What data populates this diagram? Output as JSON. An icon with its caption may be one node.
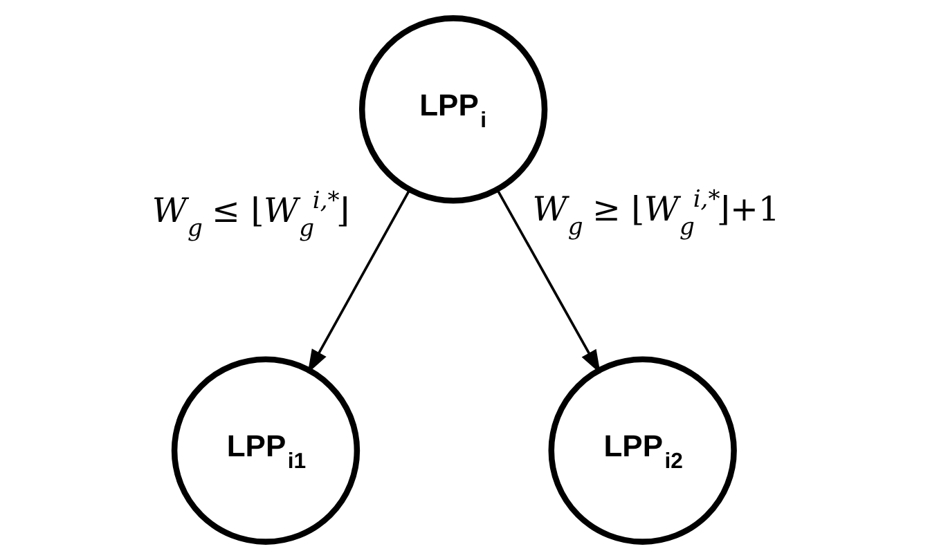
{
  "diagram": {
    "nodes": [
      {
        "text": [
          "LPP$_{i}$"
        ]
      },
      {
        "text": [
          "LPP$_{i1}$"
        ]
      },
      {
        "text": [
          "LPP$_{i2}$"
        ]
      }
    ],
    "edges": [
      {
        "from": 0,
        "to": 1,
        "arrow": "to",
        "label": "W$_{g}$ ≤ ⌊W$_{g}$$^{i,*}$⌋"
      },
      {
        "from": 0,
        "to": 2,
        "arrow": "to",
        "label": "W$_{g}$ ≥ ⌊W$_{g}$$^{i,*}$⌋+1"
      }
    ]
  }
}
